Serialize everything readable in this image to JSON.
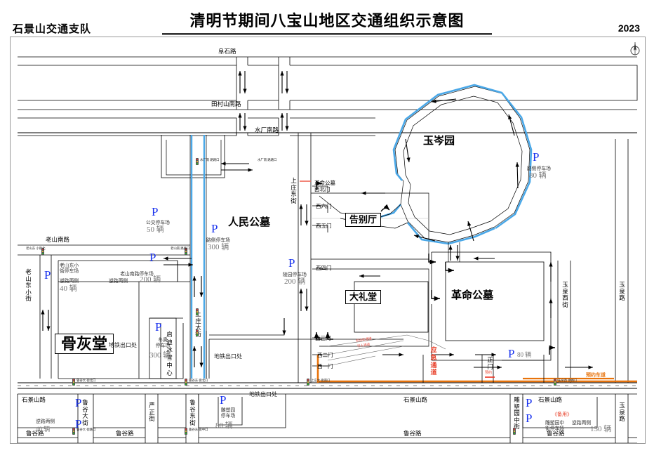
{
  "header": {
    "department": "石景山交通支队",
    "title": "清明节期间八宝山地区交通组织示意图",
    "year": "2023"
  },
  "compass": {
    "name": "north-arrow"
  },
  "roads_horizontal": [
    {
      "id": "fushi",
      "label": "阜石路"
    },
    {
      "id": "tiancunshan",
      "label": "田村山南路"
    },
    {
      "id": "shuichangnan",
      "label": "水厂南路"
    },
    {
      "id": "laoshannan",
      "label": "老山南路"
    },
    {
      "id": "shijingshan_w",
      "label": "石景山路"
    },
    {
      "id": "shijingshan_e",
      "label": "石景山路"
    },
    {
      "id": "lugu_w",
      "label": "鲁谷路"
    },
    {
      "id": "lugu_m",
      "label": "鲁谷路"
    },
    {
      "id": "lugu_e",
      "label": "鲁谷路"
    }
  ],
  "roads_vertical": [
    {
      "id": "laoshandongxiaojie",
      "label": "老山东小街"
    },
    {
      "id": "shangzhuangdajie",
      "label": "上庄大街"
    },
    {
      "id": "shangzhuangdongjie",
      "label": "上庄东街"
    },
    {
      "id": "yuquanxijie",
      "label": "玉泉西街"
    },
    {
      "id": "yuquanlu",
      "label": "玉泉路"
    },
    {
      "id": "lugudajie",
      "label": "鲁谷大街"
    },
    {
      "id": "yanzhengjie",
      "label": "严正街"
    },
    {
      "id": "ludongjie",
      "label": "鲁谷东街"
    },
    {
      "id": "diaosuyuanzhongjie",
      "label": "雕塑园中街"
    }
  ],
  "places": [
    {
      "id": "renmingongmu",
      "label": "人民公墓",
      "style": "plain"
    },
    {
      "id": "yucenyuan",
      "label": "玉岑园",
      "style": "plain"
    },
    {
      "id": "gaobieting",
      "label": "告别厅",
      "style": "box"
    },
    {
      "id": "dalitang",
      "label": "大礼堂",
      "style": "box"
    },
    {
      "id": "gemingongmu",
      "label": "革命公墓",
      "style": "plain"
    },
    {
      "id": "guhuitang",
      "label": "骨灰堂",
      "style": "bigbox"
    },
    {
      "id": "qidibingxue",
      "label": "启迪冰雪中心",
      "style": "vertical"
    }
  ],
  "gates": [
    {
      "id": "xibeimen",
      "label": "革命公墓\n西北门"
    },
    {
      "id": "xiliumen",
      "label": "西六门"
    },
    {
      "id": "xiwumen",
      "label": "西五门"
    },
    {
      "id": "xisimen",
      "label": "西四门"
    },
    {
      "id": "xisanmen",
      "label": "西三门"
    },
    {
      "id": "xiermen",
      "label": "西二门"
    },
    {
      "id": "xiyimen",
      "label": "西一门"
    },
    {
      "id": "zhengmen",
      "label": "正门"
    }
  ],
  "parking": [
    {
      "id": "gongjiao",
      "name": "公交停车场",
      "count": "50 辆",
      "note": ""
    },
    {
      "id": "lucezhan300",
      "name": "路侧停车场",
      "count": "300 辆",
      "note": ""
    },
    {
      "id": "lingyuan",
      "name": "陵园停车场",
      "count": "200 辆",
      "note": ""
    },
    {
      "id": "laoshannan",
      "name": "老山南路停车场",
      "count": "200 辆",
      "note": "逆路两侧"
    },
    {
      "id": "laoshandong",
      "name": "老山东小\n街停车场",
      "count": "40 辆",
      "note": "逆路两侧"
    },
    {
      "id": "dongao",
      "name": "冬奥\n停车场",
      "count": "300 辆",
      "note": ""
    },
    {
      "id": "lucezhan80",
      "name": "路侧停车场",
      "count": "80 辆",
      "note": ""
    },
    {
      "id": "gemingmen",
      "name": "",
      "count": "80 辆",
      "note": ""
    },
    {
      "id": "diaosuyuan",
      "name": "雕塑园\n停车场",
      "count": "80 辆",
      "note": ""
    },
    {
      "id": "shijingshan",
      "name": "",
      "count": "40 辆",
      "note": "逆路两侧"
    },
    {
      "id": "diaosuzhong",
      "name": "雕塑园中\n街停车场",
      "count": "150 辆",
      "note": "逆路两侧"
    }
  ],
  "annotations": {
    "emergency_lane": "应急通道",
    "reserved_lane_right": "预约车道",
    "reserved_lane_gate": "预约",
    "backup_note": "《备用》",
    "vehicle_channel": "机动车通道",
    "pedestrian_channel": "行人通道",
    "subway_exit_1": "地铁出口处",
    "subway_exit_2": "地铁出口处",
    "subway_exit_3": "地铁出口处"
  },
  "intersections": [
    {
      "id": "shuichangnan-kou-1",
      "label": "水厂南\n路路口"
    },
    {
      "id": "shuichangnan-kou-2",
      "label": "水厂南\n路路口"
    },
    {
      "id": "laoshandong-kou",
      "label": "老山东\n小街北"
    },
    {
      "id": "laoshannan-kou",
      "label": "老山南\n路路口"
    },
    {
      "id": "lugudajie-kou",
      "label": "鲁谷大\n街北口"
    },
    {
      "id": "ludongjie-kou",
      "label": "鲁谷东\n街北口"
    },
    {
      "id": "lugudajie-s",
      "label": "鲁谷大\n街路口"
    },
    {
      "id": "ludong-zhong",
      "label": "鲁谷东\n街中口"
    },
    {
      "id": "shangzhuang-kou",
      "label": "上庄大\n街南口"
    },
    {
      "id": "yuquanxi-kou",
      "label": "玉泉西\n街路口"
    },
    {
      "id": "shangzhuang-n",
      "label": "上庄大\n街北口"
    }
  ],
  "colors": {
    "parking_blue": "#1a33ee",
    "route_blue": "#4aa8e8",
    "emergency_red": "#e8402a",
    "reserved_orange": "#e8730b",
    "road_black": "#000000"
  }
}
